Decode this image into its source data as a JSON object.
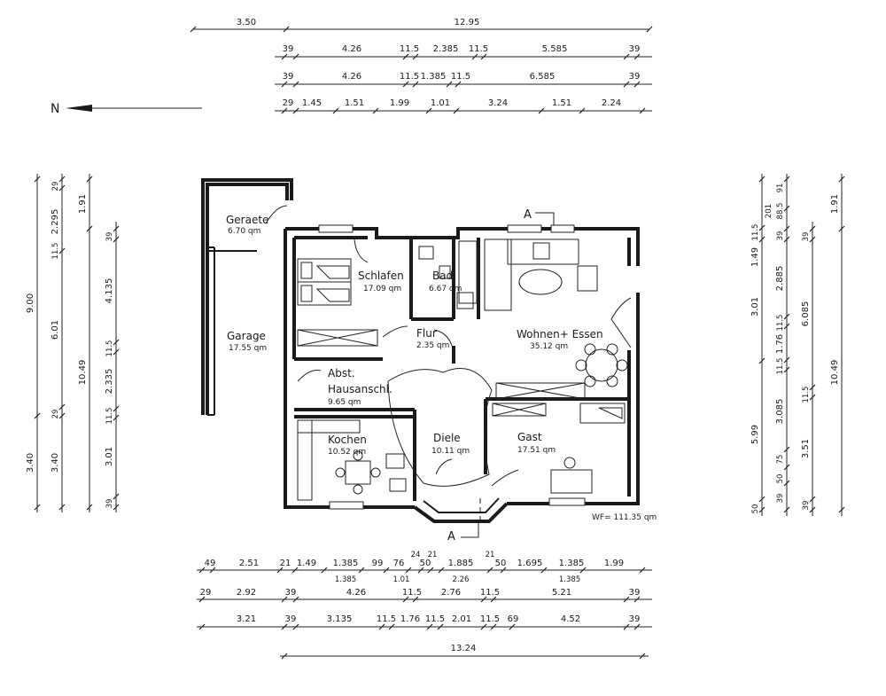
{
  "north_label": "N",
  "section_label": "A",
  "total_area": "WF= 111.35 qm",
  "rooms": [
    {
      "name": "Geraete",
      "area": "6.70 qm"
    },
    {
      "name": "Garage",
      "area": "17.55 qm"
    },
    {
      "name": "Schlafen",
      "area": "17.09 qm"
    },
    {
      "name": "Bad",
      "area": "6.67 qm"
    },
    {
      "name": "Flur",
      "area": "2.35 qm"
    },
    {
      "name": "Wohnen+ Essen",
      "area": "35.12 qm"
    },
    {
      "name": "Abst.",
      "area": ""
    },
    {
      "name": "Hausanschl.",
      "area": "9.65 qm"
    },
    {
      "name": "Kochen",
      "area": "10.52 qm"
    },
    {
      "name": "Diele",
      "area": "10.11 qm"
    },
    {
      "name": "Gast",
      "area": "17.51 qm"
    }
  ],
  "dims_top": {
    "row1": [
      "3.50",
      "12.95"
    ],
    "row2": [
      "39",
      "4.26",
      "11.5",
      "2.385",
      "11.5",
      "5.585",
      "39"
    ],
    "row3": [
      "39",
      "4.26",
      "11.5",
      "1.385",
      "11.5",
      "6.585",
      "39"
    ],
    "row4": [
      "29",
      "1.45",
      "1.51",
      "1.99",
      "1.01",
      "3.24",
      "1.51",
      "2.24"
    ]
  },
  "dims_bottom": {
    "row1": [
      "49",
      "2.51",
      "21",
      "1.49",
      "1.385",
      "99",
      "76",
      "24",
      "21",
      "50",
      "1.885",
      "21",
      "50",
      "1.695",
      "1.385",
      "1.99"
    ],
    "row1_sub": [
      "1.385",
      "1.01",
      "2.26",
      "1.385"
    ],
    "row2": [
      "29",
      "2.92",
      "39",
      "4.26",
      "11.5",
      "2.76",
      "11.5",
      "5.21",
      "39"
    ],
    "row3": [
      "3.21",
      "39",
      "3.135",
      "11.5",
      "1.76",
      "11.5",
      "2.01",
      "11.5",
      "69",
      "4.52",
      "39"
    ],
    "row4": [
      "13.24"
    ]
  },
  "dims_left": {
    "col1": [
      "9.00",
      "3.40"
    ],
    "col2": [
      "29",
      "2.295",
      "11.5",
      "6.01",
      "29",
      "3.40"
    ],
    "col3": [
      "1.91",
      "10.49"
    ],
    "col4": [
      "39",
      "4.135",
      "11.5",
      "2.335",
      "11.5",
      "3.01",
      "39"
    ]
  },
  "dims_right": {
    "col1": [
      "11.5",
      "1.49",
      "3.01",
      "5.99",
      "50"
    ],
    "col2": [
      "91",
      "88.5",
      "201",
      "39",
      "2.885",
      "11.5",
      "1.76",
      "11.5",
      "3.085",
      "75",
      "50",
      "39"
    ],
    "col3": [
      "39",
      "6.085",
      "11.5",
      "3.51",
      "39"
    ],
    "col4": [
      "1.91",
      "10.49"
    ]
  }
}
